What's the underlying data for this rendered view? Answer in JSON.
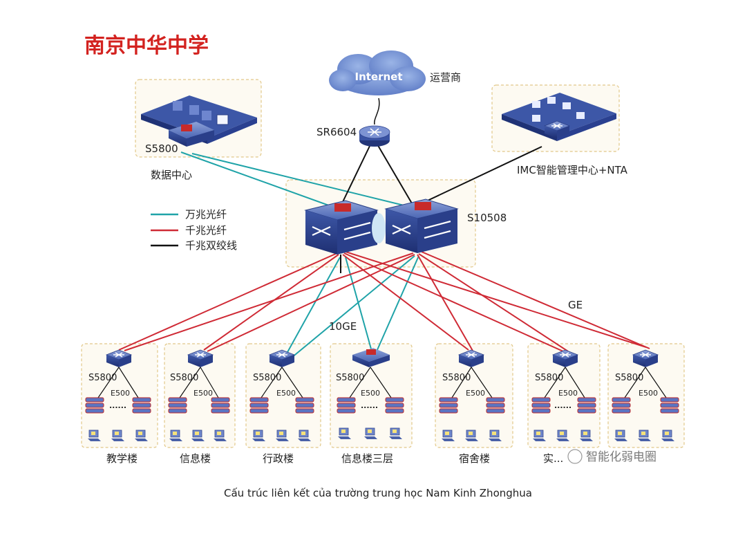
{
  "title": "南京中华中学",
  "caption": "Cấu trúc liên kết của trường trung học Nam Kinh Zhonghua",
  "internet": {
    "label": "Internet",
    "provider": "运营商"
  },
  "router": {
    "label": "SR6604"
  },
  "data_center": {
    "switch_label": "S5800",
    "label": "数据中心"
  },
  "mgmt_center": {
    "label": "IMC智能管理中心+NTA"
  },
  "core": {
    "label": "S10508"
  },
  "legend": [
    {
      "label": "万兆光纤",
      "color": "#1fa3a8"
    },
    {
      "label": "千兆光纤",
      "color": "#cf2a35"
    },
    {
      "label": "千兆双绞线",
      "color": "#111111"
    }
  ],
  "link_labels": {
    "ten_ge": "10GE",
    "ge": "GE"
  },
  "buildings": [
    {
      "switch": "S5800",
      "ap": "E500",
      "dots": "......",
      "name": "教学楼"
    },
    {
      "switch": "S5800",
      "ap": "E500",
      "dots": "",
      "name": "信息楼"
    },
    {
      "switch": "S5800",
      "ap": "E500",
      "dots": "",
      "name": "行政楼"
    },
    {
      "switch": "S5800",
      "ap": "E500",
      "dots": "......",
      "name": "信息楼三层"
    },
    {
      "switch": "S5800",
      "ap": "E500",
      "dots": "",
      "name": "宿舍楼"
    },
    {
      "switch": "S5800",
      "ap": "E500",
      "dots": "......",
      "name": "实..."
    },
    {
      "switch": "S5800",
      "ap": "E500",
      "dots": "",
      "name": ""
    }
  ],
  "watermark": "智能化弱电圈",
  "colors": {
    "ten_ge": "#1fa3a8",
    "gig_fiber": "#cf2a35",
    "twisted_pair": "#111111",
    "device_blue": "#3a56a6"
  }
}
